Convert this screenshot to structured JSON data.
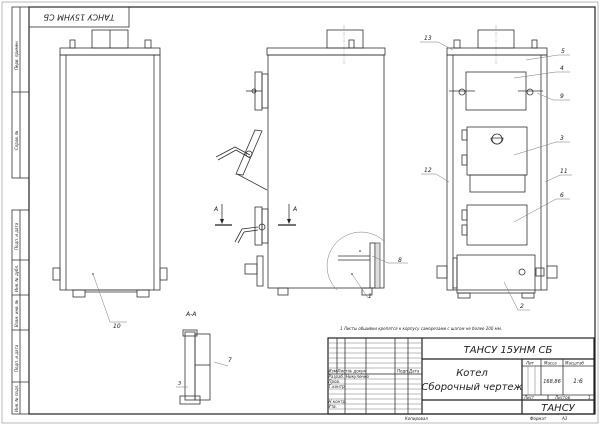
{
  "stamp_top": "ТАНСУ 15УНМ СБ",
  "side_strip": [
    "Перв. примен",
    "Справ. №",
    "Подп. и дата",
    "Инв. № дубл.",
    "Взам. инв. №",
    "Подп. и дата",
    "Инв. № подл."
  ],
  "section_label": "А-А",
  "section_marker": "А",
  "callouts": {
    "c1": "1",
    "c2": "2",
    "c3": "3",
    "c4": "4",
    "c5": "5",
    "c6": "6",
    "c7": "7",
    "c8": "8",
    "c9": "9",
    "c10": "10",
    "c11": "11",
    "c12": "12",
    "c13": "13",
    "c3b": "3"
  },
  "note": "1  Листы обшивки крепятся к корпусу саморезами с шагом не более 200 мм.",
  "title_block": {
    "designation": "ТАНСУ 15УНМ СБ",
    "name_line1": "Котел",
    "name_line2": "Сборочный чертеж",
    "hdr_lit": "Лит",
    "hdr_mass": "Масса",
    "hdr_scale": "Масштаб",
    "mass": "168,86",
    "scale": "1:6",
    "sheet": "Лист",
    "sheets": "Листов",
    "sheets_count": "1",
    "org": "ТАНСУ",
    "cols": [
      "Изм",
      "Лист",
      "№ докум",
      "Подп",
      "Дата"
    ],
    "rows": [
      "Разраб.",
      "Пров.",
      "Т.контр.",
      "Н.контр.",
      "Утв."
    ],
    "developer": "Никуленко",
    "copied": "Копировал",
    "format": "Формат",
    "format_value": "А3"
  }
}
